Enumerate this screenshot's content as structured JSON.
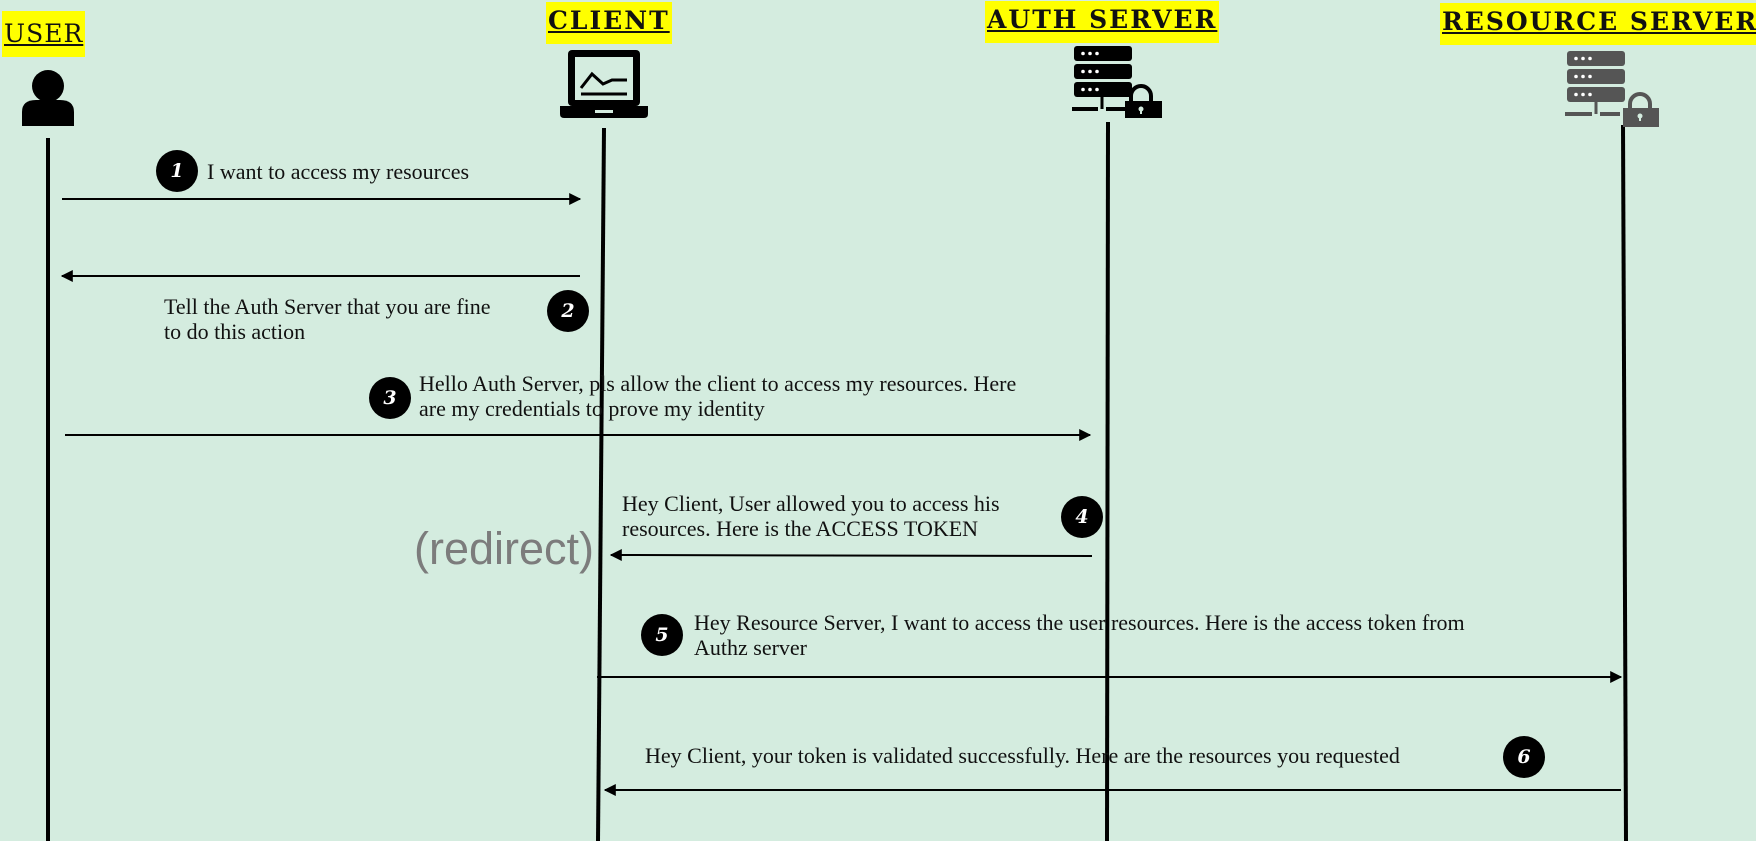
{
  "colors": {
    "background": "#d4ecdf",
    "header_highlight": "#ffff00",
    "line": "#000000",
    "resource_icon": "#555555",
    "redirect_text": "#7c7c7c"
  },
  "actors": [
    {
      "id": "user",
      "label": "USER",
      "icon": "person-icon"
    },
    {
      "id": "client",
      "label": "CLIENT",
      "icon": "laptop-icon"
    },
    {
      "id": "auth",
      "label": "AUTH SERVER",
      "icon": "server-lock-icon"
    },
    {
      "id": "resource",
      "label": "RESOURCE SERVER",
      "icon": "server-lock-icon"
    }
  ],
  "messages": [
    {
      "number": "1",
      "from": "USER",
      "to": "CLIENT",
      "lines": [
        "I want to access my resources"
      ]
    },
    {
      "number": "2",
      "from": "CLIENT",
      "to": "USER",
      "lines": [
        "Tell the Auth Server that you are fine",
        "to do this action"
      ]
    },
    {
      "number": "3",
      "from": "USER",
      "to": "AUTH SERVER",
      "lines": [
        "Hello Auth Server, pls allow the client to access my resources. Here",
        "are my credentials to prove my identity"
      ]
    },
    {
      "number": "4",
      "from": "AUTH SERVER",
      "to": "CLIENT",
      "lines": [
        "Hey Client, User allowed you to access his",
        "resources. Here is the ACCESS TOKEN"
      ]
    },
    {
      "number": "5",
      "from": "CLIENT",
      "to": "RESOURCE SERVER",
      "lines": [
        "Hey Resource Server,  I want to access the user resources. Here is the access token from",
        "Authz server"
      ]
    },
    {
      "number": "6",
      "from": "RESOURCE SERVER",
      "to": "CLIENT",
      "lines": [
        "Hey Client, your token is validated successfully.   Here are the resources you requested"
      ]
    }
  ],
  "annotations": {
    "redirect": "(redirect)"
  }
}
